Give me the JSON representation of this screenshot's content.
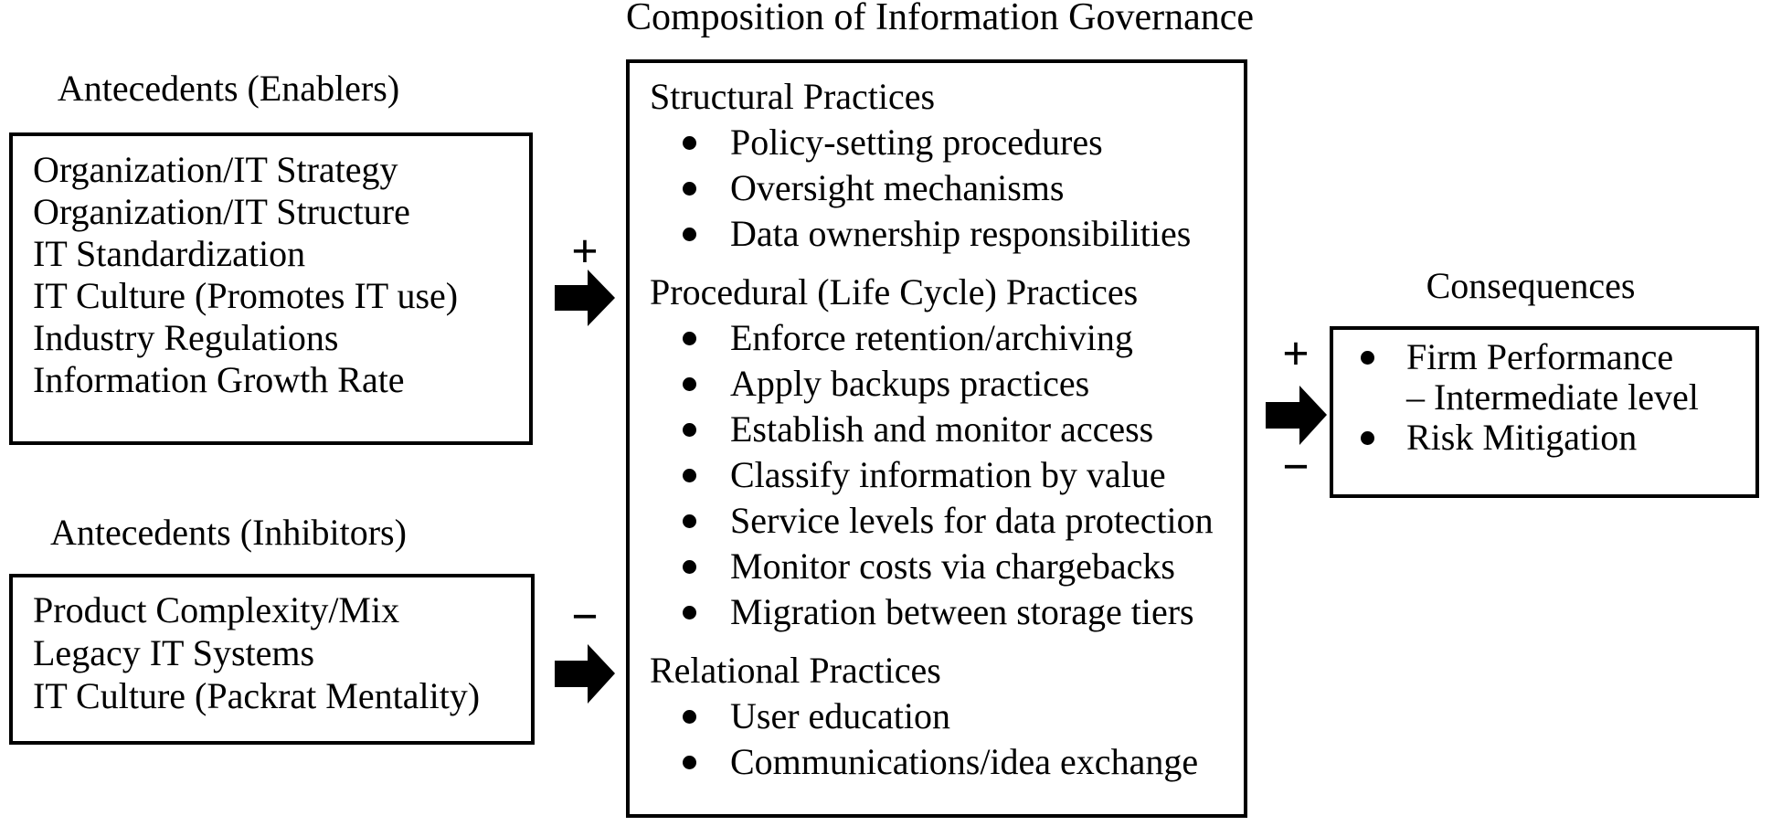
{
  "diagram": {
    "title": "Composition of Information Governance",
    "antecedents_enablers": {
      "heading": "Antecedents (Enablers)",
      "items": [
        "Organization/IT Strategy",
        "Organization/IT Structure",
        "IT Standardization",
        "IT Culture (Promotes IT use)",
        "Industry Regulations",
        "Information Growth Rate"
      ]
    },
    "antecedents_inhibitors": {
      "heading": "Antecedents (Inhibitors)",
      "items": [
        "Product Complexity/Mix",
        "Legacy IT Systems",
        "IT Culture (Packrat Mentality)"
      ]
    },
    "governance": {
      "sections": [
        {
          "heading": "Structural Practices",
          "bullets": [
            "Policy-setting procedures",
            "Oversight mechanisms",
            "Data ownership responsibilities"
          ]
        },
        {
          "heading": "Procedural (Life Cycle) Practices",
          "bullets": [
            "Enforce retention/archiving",
            "Apply backups practices",
            "Establish and monitor access",
            "Classify information by value",
            "Service levels for data protection",
            "Monitor costs via chargebacks",
            "Migration between storage tiers"
          ]
        },
        {
          "heading": "Relational Practices",
          "bullets": [
            "User education",
            "Communications/idea exchange"
          ]
        }
      ]
    },
    "consequences": {
      "heading": "Consequences",
      "items": [
        {
          "line1": "Firm Performance",
          "line2": "– Intermediate level"
        },
        {
          "line1": "Risk Mitigation"
        }
      ]
    },
    "relations": {
      "enablers_sign": "+",
      "inhibitors_sign": "−",
      "outcome_sign_positive": "+",
      "outcome_sign_negative": "−"
    },
    "colors": {
      "ink": "#000000",
      "background": "#ffffff"
    }
  }
}
